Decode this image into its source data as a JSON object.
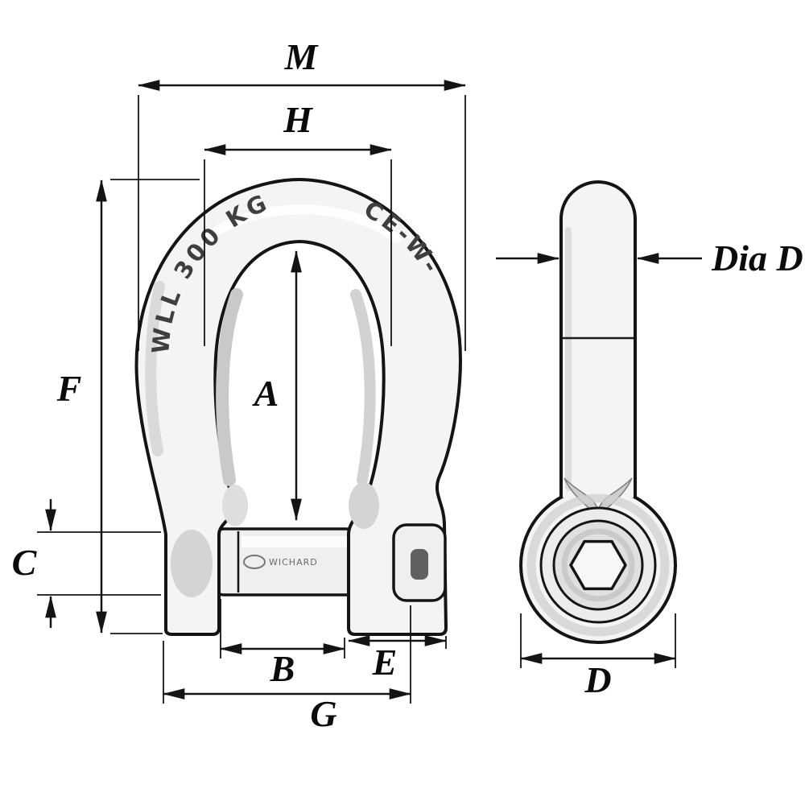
{
  "drawing": {
    "labels": {
      "M": "M",
      "H": "H",
      "A": "A",
      "F": "F",
      "C": "C",
      "B": "B",
      "E": "E",
      "G": "G",
      "D": "D",
      "dia_d": "Dia D"
    },
    "engravings": {
      "wll": "WLL 300 KG",
      "ce": "CE-W-",
      "brand": "WICHARD"
    },
    "colors": {
      "line": "#141414",
      "metal_light": "#f4f4f4",
      "metal_shade": "#c9c9c9",
      "background": "#ffffff"
    }
  }
}
